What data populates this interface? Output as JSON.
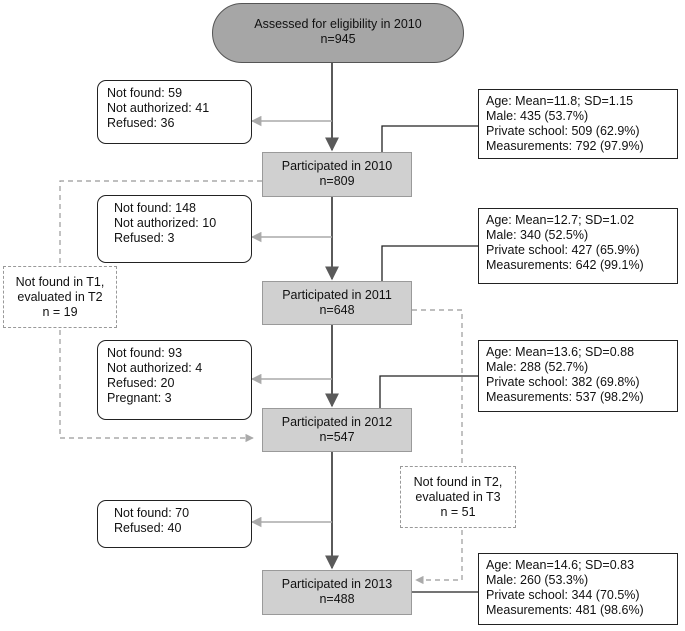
{
  "start": {
    "line1": "Assessed for eligibility in 2010",
    "line2": "n=945"
  },
  "stages": [
    {
      "title": "Participated in 2010",
      "n": "n=809"
    },
    {
      "title": "Participated in 2011",
      "n": "n=648"
    },
    {
      "title": "Participated in 2012",
      "n": "n=547"
    },
    {
      "title": "Participated in 2013",
      "n": "n=488"
    }
  ],
  "exclusions": [
    [
      "Not found: 59",
      "Not authorized: 41",
      "Refused: 36"
    ],
    [
      "Not found: 148",
      "Not authorized: 10",
      "Refused: 3"
    ],
    [
      "Not found: 93",
      "Not authorized: 4",
      "Refused: 20",
      "Pregnant: 3"
    ],
    [
      "Not found: 70",
      "Refused: 40"
    ]
  ],
  "descriptives": [
    [
      "Age: Mean=11.8; SD=1.15",
      "Male: 435 (53.7%)",
      "Private school: 509 (62.9%)",
      "Measurements: 792 (97.9%)"
    ],
    [
      "Age: Mean=12.7; SD=1.02",
      "Male: 340 (52.5%)",
      "Private school: 427 (65.9%)",
      "Measurements: 642 (99.1%)"
    ],
    [
      "Age: Mean=13.6; SD=0.88",
      "Male: 288 (52.7%)",
      "Private school: 382 (69.8%)",
      "Measurements: 537 (98.2%)"
    ],
    [
      "Age: Mean=14.6; SD=0.83",
      "Male: 260 (53.3%)",
      "Private school: 344 (70.5%)",
      "Measurements: 481 (98.6%)"
    ]
  ],
  "notes": [
    [
      "Not found in T1,",
      "evaluated in T2",
      "n = 19"
    ],
    [
      "Not found in T2,",
      "evaluated in T3",
      "n = 51"
    ]
  ]
}
